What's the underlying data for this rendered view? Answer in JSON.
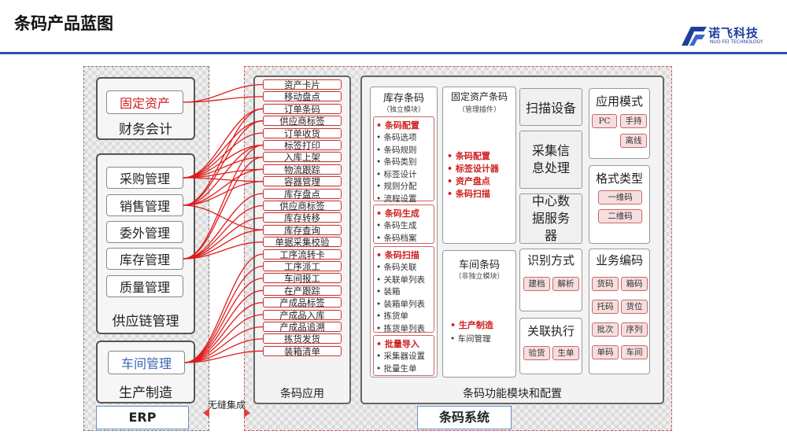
{
  "header": {
    "title": "条码产品蓝图",
    "logo_text": "诺飞科技",
    "logo_sub": "NUO FEI TECHNOLOGY"
  },
  "erp": {
    "label": "ERP",
    "finance": {
      "title": "财务会计",
      "items": [
        "固定资产"
      ]
    },
    "supply": {
      "title": "供应链管理",
      "items": [
        "采购管理",
        "销售管理",
        "委外管理",
        "库存管理",
        "质量管理"
      ]
    },
    "production": {
      "title": "生产制造",
      "items": [
        "车间管理"
      ]
    }
  },
  "integration": {
    "label": "无缝集成"
  },
  "barcode_system": {
    "label": "条码系统",
    "app": {
      "title": "条码应用",
      "items": [
        "资产卡片",
        "移动盘点",
        "订单条码",
        "供应商标签",
        "订单收货",
        "标签打印",
        "入库上架",
        "物流跟踪",
        "容器管理",
        "库存盘点",
        "供应商标签",
        "库存转移",
        "库存查询",
        "单据采集校验",
        "工序流转卡",
        "工序派工",
        "车间报工",
        "在产跟踪",
        "产成品标签",
        "产成品入库",
        "产成品追溯",
        "拣货发货",
        "装箱清单"
      ]
    },
    "modules": {
      "title": "条码功能模块和配置",
      "inventory": {
        "title": "库存条码",
        "subtitle": "（独立模块）",
        "groups": [
          {
            "head": "条码配置",
            "items": [
              "条码选项",
              "条码规则",
              "条码类别",
              "标签设计",
              "规则分配",
              "流程设置"
            ]
          },
          {
            "head": "条码生成",
            "items": [
              "条码生成",
              "条码档案"
            ]
          },
          {
            "head": "条码扫描",
            "items": [
              "条码关联",
              "关联单列表",
              "装箱",
              "装箱单列表",
              "拣货单",
              "拣货单列表"
            ]
          },
          {
            "head": "批量导入",
            "items": [
              "采集器设置",
              "批量生单"
            ]
          }
        ]
      },
      "fixed_asset": {
        "title": "固定资产条码",
        "subtitle": "（管理插件）",
        "items": [
          "条码配置",
          "标签设计器",
          "资产盘点",
          "条码扫描"
        ]
      },
      "workshop": {
        "title": "车间条码",
        "subtitle": "（非独立模块）",
        "items": [
          "生产制造"
        ],
        "sub_items": [
          "车间管理"
        ]
      },
      "scan_device": "扫描设备",
      "collect": "采集信息处理",
      "center": "中心数据服务器",
      "identify": {
        "title": "识别方式",
        "chips": [
          "建档",
          "解析"
        ]
      },
      "link_exec": {
        "title": "关联执行",
        "chips": [
          "验货",
          "生单"
        ]
      },
      "app_mode": {
        "title": "应用模式",
        "chips": [
          "PC",
          "手持",
          "离线"
        ]
      },
      "format": {
        "title": "格式类型",
        "chips": [
          "一维码",
          "二维码"
        ]
      },
      "biz_code": {
        "title": "业务编码",
        "chips": [
          "货码",
          "箱码",
          "托码",
          "货位",
          "批次",
          "序列",
          "单码",
          "车间"
        ]
      }
    }
  },
  "colors": {
    "link": "#e01c1c",
    "accent": "#2f4fa5",
    "red_text": "#d02020"
  }
}
